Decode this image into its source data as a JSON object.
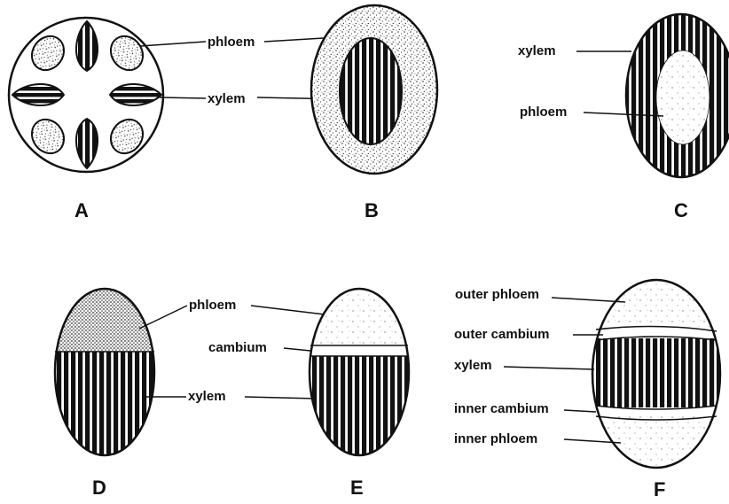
{
  "diagrams": {
    "A": {
      "letter": "A",
      "labels": {
        "phloem": "phloem",
        "xylem": "xylem"
      }
    },
    "B": {
      "letter": "B"
    },
    "C": {
      "letter": "C",
      "labels": {
        "xylem": "xylem",
        "phloem": "phloem"
      }
    },
    "D": {
      "letter": "D",
      "labels": {
        "phloem": "phloem",
        "xylem": "xylem"
      }
    },
    "E": {
      "letter": "E",
      "labels": {
        "cambium": "cambium"
      }
    },
    "F": {
      "letter": "F",
      "labels": {
        "outer_phloem": "outer phloem",
        "outer_cambium": "outer cambium",
        "xylem": "xylem",
        "inner_cambium": "inner cambium",
        "inner_phloem": "inner phloem"
      }
    }
  }
}
